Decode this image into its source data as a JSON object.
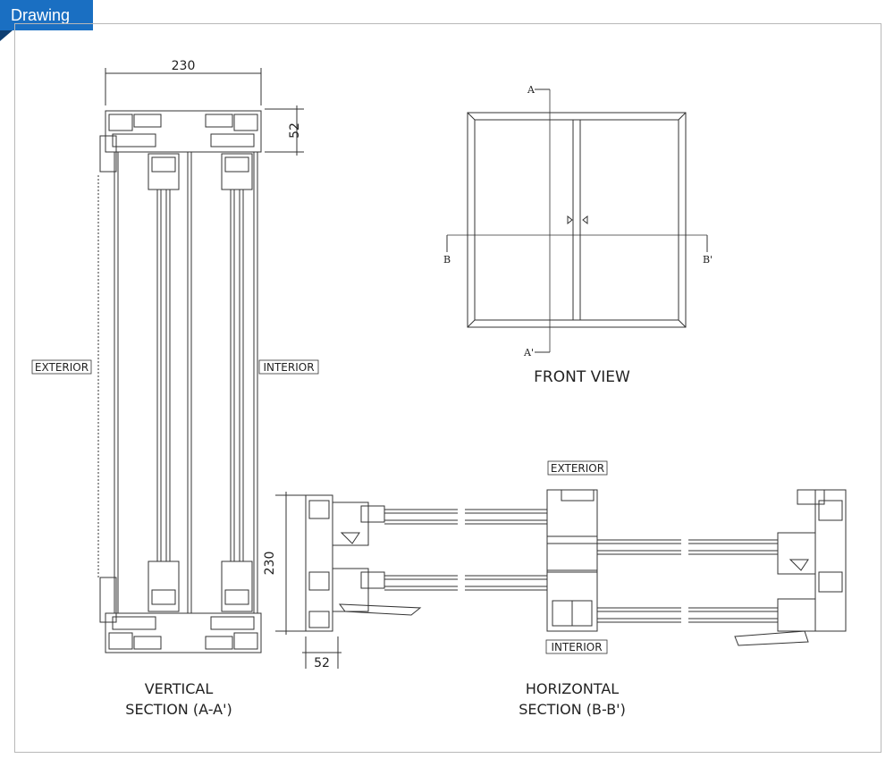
{
  "header": {
    "tab_label": "Drawing"
  },
  "colors": {
    "tab": "#1a6fc2",
    "tab_shadow": "#0d3e72",
    "frame_border": "#b8b8b8",
    "line": "#333333"
  },
  "vertical_section": {
    "width_dim": "230",
    "frame_dim": "52",
    "exterior": "EXTERIOR",
    "interior": "INTERIOR",
    "caption_line1": "VERTICAL",
    "caption_line2": "SECTION (A-A')"
  },
  "front_view": {
    "marker_a": "A",
    "marker_a_prime": "A'",
    "marker_b": "B",
    "marker_b_prime": "B'",
    "caption": "FRONT VIEW"
  },
  "horizontal_section": {
    "height_dim": "230",
    "frame_dim": "52",
    "exterior": "EXTERIOR",
    "interior": "INTERIOR",
    "caption_line1": "HORIZONTAL",
    "caption_line2": "SECTION (B-B')"
  }
}
